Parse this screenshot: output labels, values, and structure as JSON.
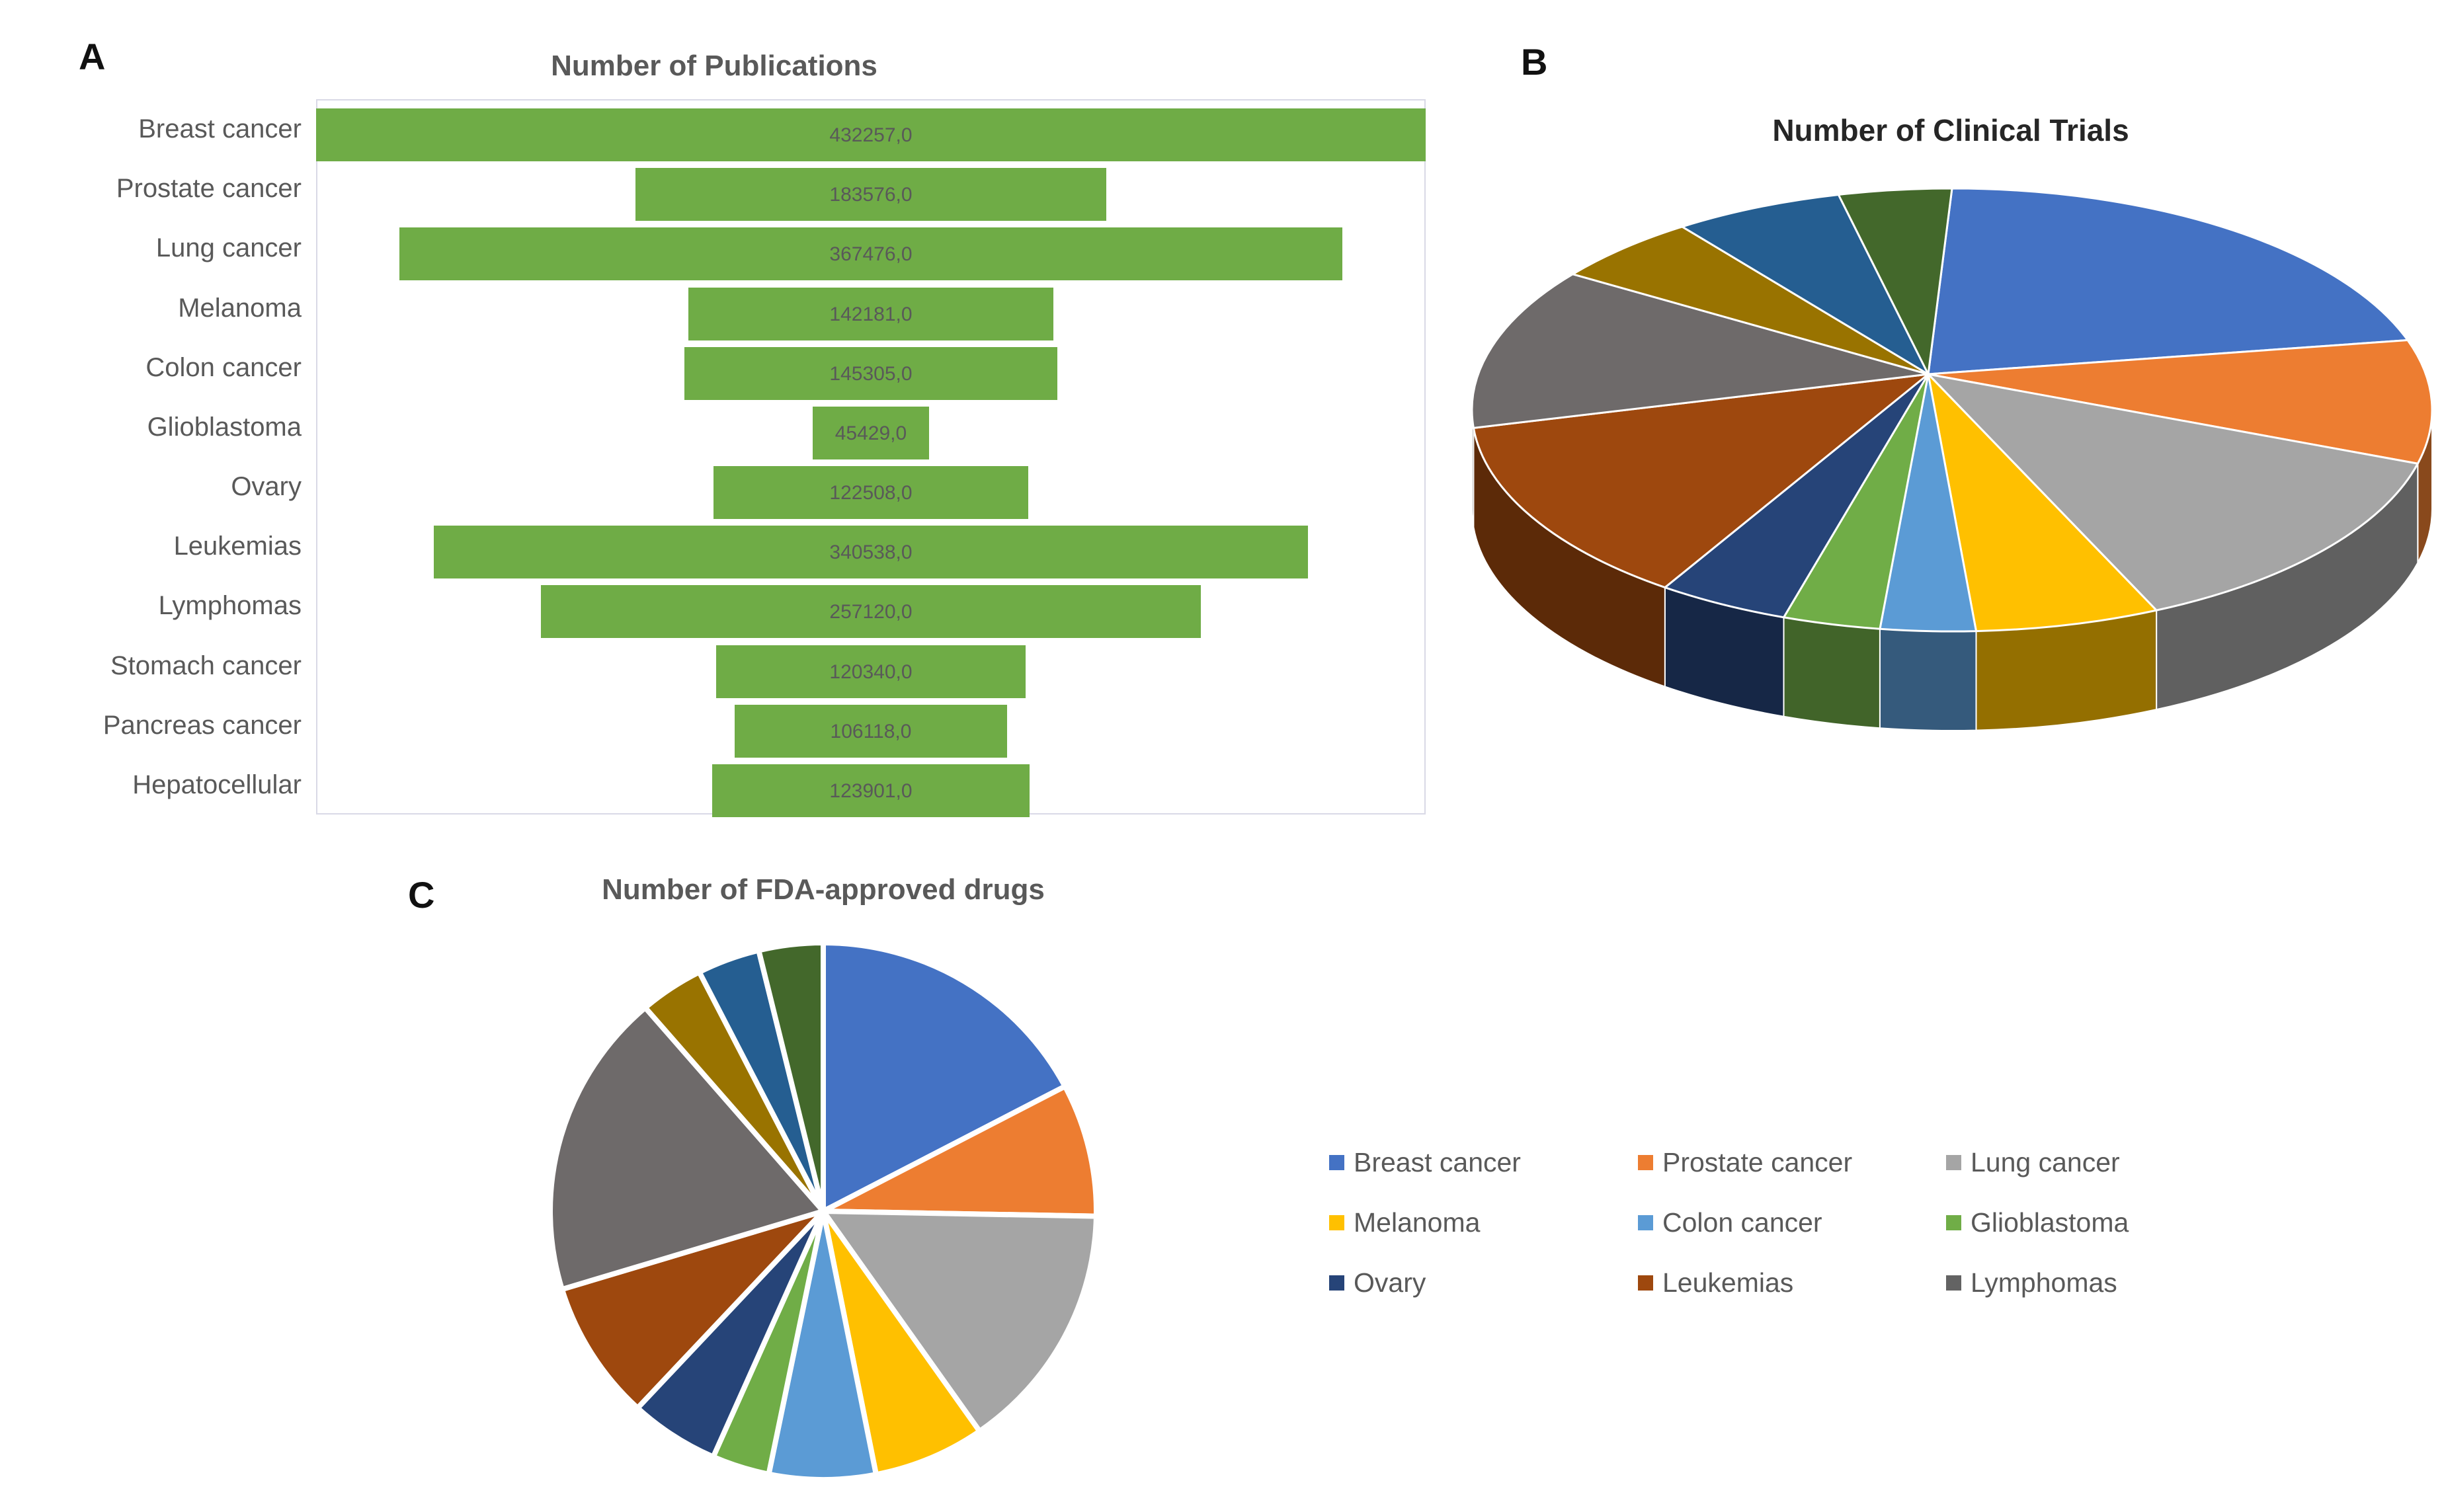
{
  "panel_letters": [
    "A",
    "B",
    "C"
  ],
  "palette": {
    "bar_green": "#6FAC46",
    "text_gray": "#595959",
    "plot_border": "#d9d9e6",
    "title_b_color": "#262626"
  },
  "chart_data": [
    {
      "id": "publications",
      "type": "bar",
      "layout": "horizontal-centered-funnel",
      "title": "Number of Publications",
      "categories": [
        "Breast cancer",
        "Prostate cancer",
        "Lung cancer",
        "Melanoma",
        "Colon cancer",
        "Glioblastoma",
        "Ovary",
        "Leukemias",
        "Lymphomas",
        "Stomach cancer",
        "Pancreas cancer",
        "Hepatocellular"
      ],
      "values": [
        432257,
        183576,
        367476,
        142181,
        145305,
        45429,
        122508,
        340538,
        257120,
        120340,
        106118,
        123901
      ],
      "value_labels": [
        "432257,0",
        "183576,0",
        "367476,0",
        "142181,0",
        "145305,0",
        "45429,0",
        "122508,0",
        "340538,0",
        "257120,0",
        "120340,0",
        "106118,0",
        "123901,0"
      ],
      "xlim": [
        0,
        432257
      ],
      "bar_color": "#6FAC46",
      "grid": false
    },
    {
      "id": "clinical_trials",
      "type": "pie",
      "style": "3d",
      "title": "Number of Clinical Trials",
      "categories": [
        "Breast cancer",
        "Prostate cancer",
        "Lung cancer",
        "Melanoma",
        "Colon cancer",
        "Glioblastoma",
        "Ovary",
        "Leukemias",
        "Lymphomas",
        "Stomach cancer",
        "Pancreas cancer",
        "Hepatocellular"
      ],
      "values_percent_estimated": [
        19.9,
        9.0,
        14.1,
        6.2,
        3.2,
        3.3,
        4.5,
        13.5,
        11.8,
        5.0,
        5.7,
        3.8
      ],
      "colors": [
        "#4472C4",
        "#ED7D31",
        "#A5A5A5",
        "#FFC000",
        "#5B9BD5",
        "#70AD47",
        "#264478",
        "#9E480E",
        "#6E6A6A",
        "#997300",
        "#255E91",
        "#43682B"
      ],
      "start_angle_deg": 0,
      "direction": "clockwise"
    },
    {
      "id": "fda_approved_drugs",
      "type": "pie",
      "style": "flat",
      "title": "Number of FDA-approved drugs",
      "categories": [
        "Breast cancer",
        "Prostate cancer",
        "Lung cancer",
        "Melanoma",
        "Colon cancer",
        "Glioblastoma",
        "Ovary",
        "Leukemias",
        "Lymphomas",
        "Stomach cancer",
        "Pancreas cancer",
        "Hepatocellular"
      ],
      "values_percent_estimated": [
        17.3,
        8.0,
        15.0,
        6.6,
        6.3,
        3.4,
        5.3,
        8.4,
        18.4,
        3.8,
        3.7,
        3.8
      ],
      "colors": [
        "#4472C4",
        "#ED7D31",
        "#A5A5A5",
        "#FFC000",
        "#5B9BD5",
        "#70AD47",
        "#264478",
        "#9E480E",
        "#6E6A6A",
        "#997300",
        "#255E91",
        "#43682B"
      ],
      "start_angle_deg": 0,
      "direction": "clockwise"
    }
  ],
  "legend": {
    "position": "bottom-right",
    "items": [
      {
        "label": "Breast cancer",
        "color": "#4472C4"
      },
      {
        "label": "Prostate cancer",
        "color": "#ED7D31"
      },
      {
        "label": "Lung cancer",
        "color": "#A5A5A5"
      },
      {
        "label": "Melanoma",
        "color": "#FFC000"
      },
      {
        "label": "Colon cancer",
        "color": "#5B9BD5"
      },
      {
        "label": "Glioblastoma",
        "color": "#70AD47"
      },
      {
        "label": "Ovary",
        "color": "#264478"
      },
      {
        "label": "Leukemias",
        "color": "#9E480E"
      },
      {
        "label": "Lymphomas",
        "color": "#636363"
      }
    ]
  }
}
